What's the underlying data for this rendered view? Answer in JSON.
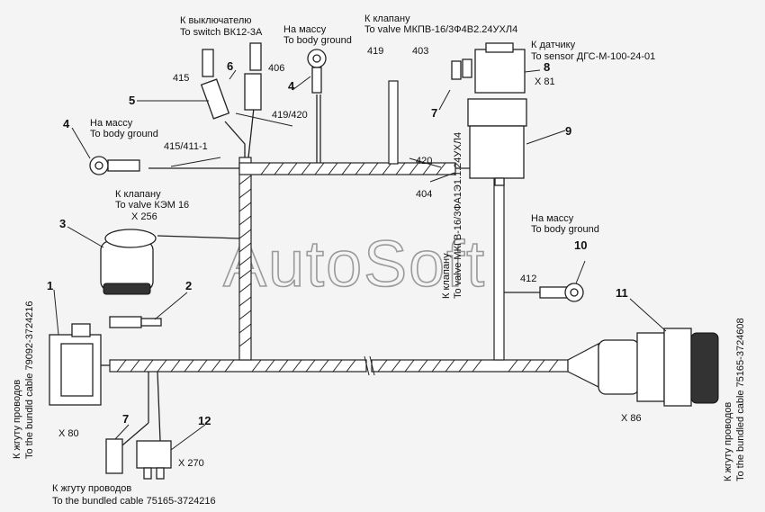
{
  "watermark": "AutoSoft",
  "labels": {
    "switch_ru": "К выключателю",
    "switch_en": "To switch ВК12-3А",
    "ground_top_ru": "На массу",
    "ground_top_en": "To body ground",
    "valve_top_ru": "К клапану",
    "valve_top_en": "To valve МКПВ-16/3Ф4В2.24УХЛ4",
    "sensor_ru": "К датчику",
    "sensor_en": "To sensor ДГС-М-100-24-01",
    "ground_left_ru": "На массу",
    "ground_left_en": "To body ground",
    "valve_kem_ru": "К клапану",
    "valve_kem_en": "To valve КЭМ 16",
    "ground_right_ru": "На массу",
    "ground_right_en": "To body ground",
    "valve_vert_ru": "К клапану",
    "valve_vert_en": "To valve МКГВ-16/3ФА1Э1.1.24УХЛ4",
    "cable_left_ru": "К жгуту проводов",
    "cable_left_en": "To the bundld cable 79092-3724216",
    "cable_bottom_ru": "К жгуту проводов",
    "cable_bottom_en": "To the bundled cable 75165-3724216",
    "cable_right_ru": "К жгуту проводов",
    "cable_right_en": "To the bundled cable 75165-3724608"
  },
  "connectors": {
    "x256": "X 256",
    "x80": "X 80",
    "x270": "X 270",
    "x86": "X 86",
    "x81": "X 81"
  },
  "wires": {
    "w415": "415",
    "w406": "406",
    "w419": "419",
    "w403": "403",
    "w419_420": "419/420",
    "w415_411": "415/411-1",
    "w420": "420",
    "w404": "404",
    "w412": "412"
  },
  "callouts": [
    "1",
    "2",
    "3",
    "4",
    "4",
    "5",
    "6",
    "7",
    "7",
    "8",
    "9",
    "10",
    "11",
    "12"
  ]
}
